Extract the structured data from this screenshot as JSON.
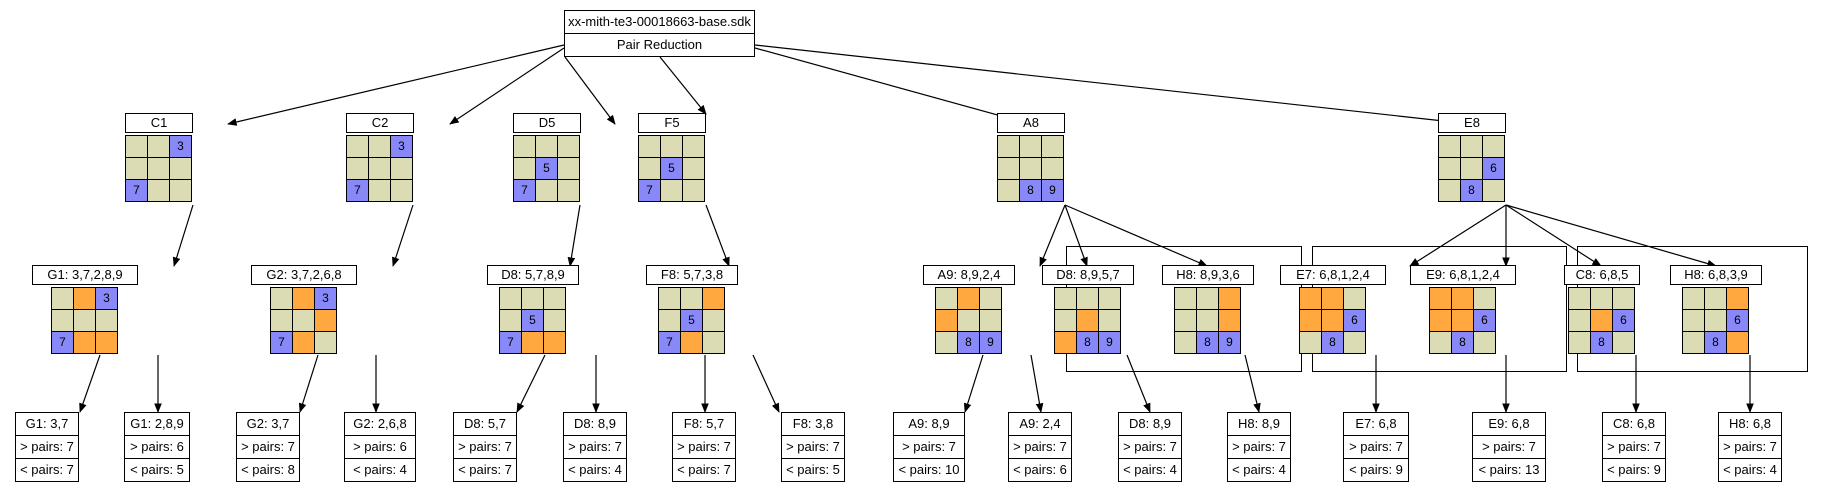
{
  "root": {
    "file": "xx-mith-te3-00018663-base.sdk",
    "title": "Pair Reduction"
  },
  "colors": {
    "cell": "#dcdcb4",
    "blue": "#8888f8",
    "orange": "#ffa840"
  },
  "level1": [
    {
      "label": "C1",
      "cells": [
        "",
        "",
        "3",
        "",
        "",
        "",
        "7",
        "",
        ""
      ],
      "colors": [
        "n",
        "n",
        "b",
        "n",
        "n",
        "n",
        "b",
        "n",
        "n"
      ]
    },
    {
      "label": "C2",
      "cells": [
        "",
        "",
        "3",
        "",
        "",
        "",
        "7",
        "",
        ""
      ],
      "colors": [
        "n",
        "n",
        "b",
        "n",
        "n",
        "n",
        "b",
        "n",
        "n"
      ]
    },
    {
      "label": "D5",
      "cells": [
        "",
        "",
        "",
        "",
        "5",
        "",
        "7",
        "",
        ""
      ],
      "colors": [
        "n",
        "n",
        "n",
        "n",
        "b",
        "n",
        "b",
        "n",
        "n"
      ]
    },
    {
      "label": "F5",
      "cells": [
        "",
        "",
        "",
        "",
        "5",
        "",
        "7",
        "",
        ""
      ],
      "colors": [
        "n",
        "n",
        "n",
        "n",
        "b",
        "n",
        "b",
        "n",
        "n"
      ]
    },
    {
      "label": "A8",
      "cells": [
        "",
        "",
        "",
        "",
        "",
        "",
        "",
        "8",
        "9"
      ],
      "colors": [
        "n",
        "n",
        "n",
        "n",
        "n",
        "n",
        "n",
        "b",
        "b"
      ]
    },
    {
      "label": "E8",
      "cells": [
        "",
        "",
        "",
        "",
        "",
        "6",
        "",
        "8",
        ""
      ],
      "colors": [
        "n",
        "n",
        "n",
        "n",
        "n",
        "b",
        "n",
        "b",
        "n"
      ]
    }
  ],
  "level2": [
    {
      "label": "G1: 3,7,2,8,9",
      "cells": [
        "",
        "",
        "3",
        "",
        "",
        "",
        "7",
        "",
        ""
      ],
      "colors": [
        "n",
        "o",
        "b",
        "n",
        "n",
        "n",
        "b",
        "o",
        "o"
      ]
    },
    {
      "label": "G2: 3,7,2,6,8",
      "cells": [
        "",
        "",
        "3",
        "",
        "",
        "",
        "7",
        "",
        ""
      ],
      "colors": [
        "n",
        "o",
        "b",
        "n",
        "n",
        "o",
        "b",
        "o",
        "n"
      ]
    },
    {
      "label": "D8: 5,7,8,9",
      "cells": [
        "",
        "",
        "",
        "",
        "5",
        "",
        "7",
        "",
        ""
      ],
      "colors": [
        "n",
        "n",
        "n",
        "n",
        "b",
        "n",
        "b",
        "o",
        "o"
      ]
    },
    {
      "label": "F8: 5,7,3,8",
      "cells": [
        "",
        "",
        "",
        "",
        "5",
        "",
        "7",
        "",
        ""
      ],
      "colors": [
        "n",
        "n",
        "o",
        "n",
        "b",
        "n",
        "b",
        "o",
        "n"
      ]
    },
    {
      "label": "A9: 8,9,2,4",
      "cells": [
        "",
        "",
        "",
        "",
        "",
        "",
        "",
        "8",
        "9"
      ],
      "colors": [
        "n",
        "o",
        "n",
        "o",
        "n",
        "n",
        "n",
        "b",
        "b"
      ]
    },
    {
      "label": "D8: 8,9,5,7",
      "cells": [
        "",
        "",
        "",
        "",
        "",
        "",
        "",
        "8",
        "9"
      ],
      "colors": [
        "n",
        "n",
        "n",
        "n",
        "o",
        "n",
        "o",
        "b",
        "b"
      ]
    },
    {
      "label": "H8: 8,9,3,6",
      "cells": [
        "",
        "",
        "",
        "",
        "",
        "",
        "",
        "8",
        "9"
      ],
      "colors": [
        "n",
        "n",
        "o",
        "n",
        "n",
        "o",
        "n",
        "b",
        "b"
      ]
    },
    {
      "label": "E7: 6,8,1,2,4",
      "cells": [
        "",
        "",
        "",
        "",
        "",
        "6",
        "",
        "8",
        ""
      ],
      "colors": [
        "o",
        "o",
        "n",
        "o",
        "o",
        "b",
        "n",
        "b",
        "n"
      ]
    },
    {
      "label": "E9: 6,8,1,2,4",
      "cells": [
        "",
        "",
        "",
        "",
        "",
        "6",
        "",
        "8",
        ""
      ],
      "colors": [
        "o",
        "o",
        "n",
        "o",
        "o",
        "b",
        "n",
        "b",
        "n"
      ]
    },
    {
      "label": "C8: 6,8,5",
      "cells": [
        "",
        "",
        "",
        "",
        "",
        "6",
        "",
        "8",
        ""
      ],
      "colors": [
        "n",
        "n",
        "n",
        "n",
        "o",
        "b",
        "n",
        "b",
        "n"
      ]
    },
    {
      "label": "H8: 6,8,3,9",
      "cells": [
        "",
        "",
        "",
        "",
        "",
        "6",
        "",
        "8",
        ""
      ],
      "colors": [
        "n",
        "n",
        "o",
        "n",
        "n",
        "b",
        "n",
        "b",
        "o"
      ]
    }
  ],
  "leaves": [
    {
      "label": "G1: 3,7",
      "gt": "> pairs: 7",
      "lt": "< pairs: 7"
    },
    {
      "label": "G1: 2,8,9",
      "gt": "> pairs: 6",
      "lt": "< pairs: 5"
    },
    {
      "label": "G2: 3,7",
      "gt": "> pairs: 7",
      "lt": "< pairs: 8"
    },
    {
      "label": "G2: 2,6,8",
      "gt": "> pairs: 6",
      "lt": "< pairs: 4"
    },
    {
      "label": "D8: 5,7",
      "gt": "> pairs: 7",
      "lt": "< pairs: 7"
    },
    {
      "label": "D8: 8,9",
      "gt": "> pairs: 7",
      "lt": "< pairs: 4"
    },
    {
      "label": "F8: 5,7",
      "gt": "> pairs: 7",
      "lt": "< pairs: 7"
    },
    {
      "label": "F8: 3,8",
      "gt": "> pairs: 7",
      "lt": "< pairs: 5"
    },
    {
      "label": "A9: 8,9",
      "gt": "> pairs: 7",
      "lt": "< pairs: 10"
    },
    {
      "label": "A9: 2,4",
      "gt": "> pairs: 7",
      "lt": "< pairs: 6"
    },
    {
      "label": "D8: 8,9",
      "gt": "> pairs: 7",
      "lt": "< pairs: 4"
    },
    {
      "label": "H8: 8,9",
      "gt": "> pairs: 7",
      "lt": "< pairs: 4"
    },
    {
      "label": "E7: 6,8",
      "gt": "> pairs: 7",
      "lt": "< pairs: 9"
    },
    {
      "label": "E9: 6,8",
      "gt": "> pairs: 7",
      "lt": "< pairs: 13"
    },
    {
      "label": "C8: 6,8",
      "gt": "> pairs: 7",
      "lt": "< pairs: 9"
    },
    {
      "label": "H8: 6,8",
      "gt": "> pairs: 7",
      "lt": "< pairs: 4"
    }
  ]
}
